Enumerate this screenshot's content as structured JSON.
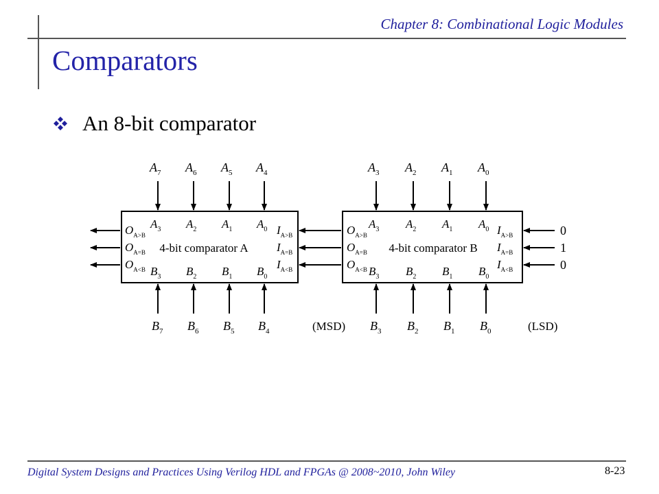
{
  "header": {
    "chapter": "Chapter 8: Combinational Logic Modules",
    "title": "Comparators"
  },
  "bullet": {
    "icon": "four-diamond-bullet-icon",
    "text": "An 8-bit comparator",
    "color": "#1f1f9c"
  },
  "diagram": {
    "blocks": [
      {
        "label": "4-bit comparator A",
        "top_inputs": [
          {
            "base": "A",
            "sub": "7"
          },
          {
            "base": "A",
            "sub": "6"
          },
          {
            "base": "A",
            "sub": "5"
          },
          {
            "base": "A",
            "sub": "4"
          }
        ],
        "bottom_inputs": [
          {
            "base": "B",
            "sub": "7"
          },
          {
            "base": "B",
            "sub": "6"
          },
          {
            "base": "B",
            "sub": "5"
          },
          {
            "base": "B",
            "sub": "4"
          }
        ],
        "side_note": "(MSD)",
        "cascade_values": []
      },
      {
        "label": "4-bit comparator B",
        "top_inputs": [
          {
            "base": "A",
            "sub": "3"
          },
          {
            "base": "A",
            "sub": "2"
          },
          {
            "base": "A",
            "sub": "1"
          },
          {
            "base": "A",
            "sub": "0"
          }
        ],
        "bottom_inputs": [
          {
            "base": "B",
            "sub": "3"
          },
          {
            "base": "B",
            "sub": "2"
          },
          {
            "base": "B",
            "sub": "1"
          },
          {
            "base": "B",
            "sub": "0"
          }
        ],
        "side_note": "(LSD)",
        "cascade_values": [
          "0",
          "1",
          "0"
        ]
      }
    ],
    "inner_top_pins": [
      {
        "base": "A",
        "sub": "3"
      },
      {
        "base": "A",
        "sub": "2"
      },
      {
        "base": "A",
        "sub": "1"
      },
      {
        "base": "A",
        "sub": "0"
      }
    ],
    "inner_bottom_pins": [
      {
        "base": "B",
        "sub": "3"
      },
      {
        "base": "B",
        "sub": "2"
      },
      {
        "base": "B",
        "sub": "1"
      },
      {
        "base": "B",
        "sub": "0"
      }
    ],
    "output_pins": [
      {
        "base": "O",
        "sub": "A>B"
      },
      {
        "base": "O",
        "sub": "A=B"
      },
      {
        "base": "O",
        "sub": "A<B"
      }
    ],
    "cascade_pins": [
      {
        "base": "I",
        "sub": "A>B"
      },
      {
        "base": "I",
        "sub": "A=B"
      },
      {
        "base": "I",
        "sub": "A<B"
      }
    ]
  },
  "footer": {
    "text": "Digital System Designs and Practices Using Verilog HDL and FPGAs @ 2008~2010, John Wiley",
    "page": "8-23"
  }
}
